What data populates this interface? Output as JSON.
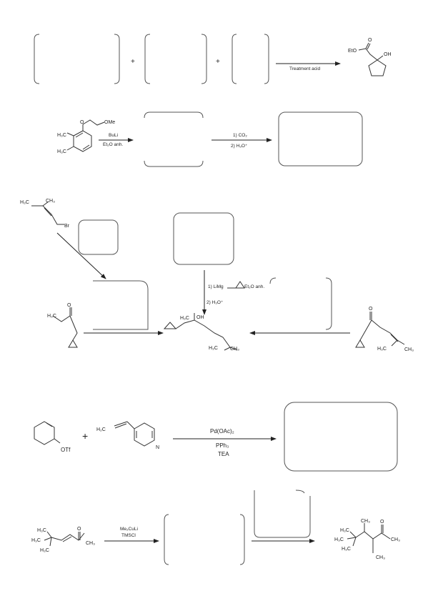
{
  "scheme1": {
    "plus": "+",
    "condition": "Treatment acid",
    "product_labels": {
      "eto": "EtO",
      "oh": "OH",
      "o": "O"
    }
  },
  "scheme2": {
    "reactant_labels": {
      "o": "O",
      "ome": "OMe",
      "h3c_top": "H₃C",
      "h3c_bottom": "H₃C"
    },
    "cond1_line1": "BuLi",
    "cond1_line2": "Et₂O anh.",
    "cond2_line1": "1) CO₂",
    "cond2_line2": "2) H₃O⁺"
  },
  "scheme3": {
    "bromide_labels": {
      "h3c": "H₃C",
      "ch3": "CH₃",
      "br": "Br"
    },
    "ketone_labels": {
      "o": "O",
      "h3c": "H₃C"
    },
    "right_ketone_labels": {
      "o": "O",
      "h3c": "H₃C",
      "ch3": "CH₃"
    },
    "product_labels": {
      "h3c": "H₃C",
      "oh": "OH",
      "h3c_bottom": "H₃C",
      "ch3": "CH₃"
    },
    "vertical_cond_line1": "1) LiMg",
    "vertical_cond_line2": "2) H₃O⁺",
    "et2o": "Et₂O anh."
  },
  "scheme4": {
    "plus": "+",
    "otf": "OTf",
    "h2c": "H₂C",
    "n": "N",
    "cond_line1": "Pd(OAc)₂",
    "cond_line2": "PPh₃",
    "cond_line3": "TEA"
  },
  "scheme5": {
    "reactant_labels": {
      "h3c_top": "H₃C",
      "h3c_mid": "H₃C",
      "h3c_low": "H₃C",
      "o": "O",
      "ch3": "CH₃"
    },
    "cond_line1": "Me₂CuLi",
    "cond_line2": "TMSCl",
    "product_labels": {
      "ch3_top": "CH₃",
      "o": "O",
      "h3c_1": "H₃C",
      "h3c_2": "H₃C",
      "h3c_3": "H₃C",
      "ch3_right": "CH₃",
      "ch3_bottom": "CH₃"
    }
  }
}
